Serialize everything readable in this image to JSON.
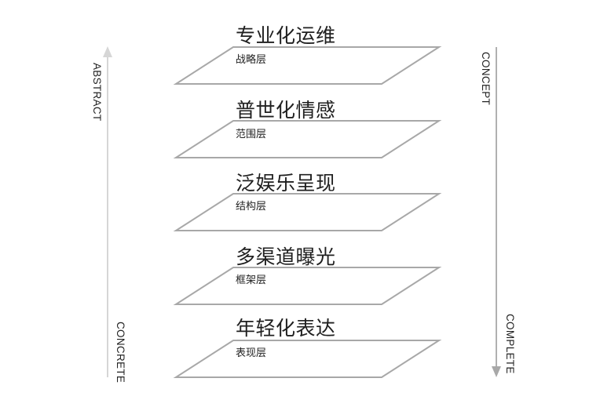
{
  "diagram": {
    "type": "layered-stack",
    "colors": {
      "outline": "#a8a8a8",
      "left_arrow": "#d6d6d6",
      "right_arrow": "#a8a8a8",
      "text": "#222222"
    },
    "left_axis": {
      "top_label": "ABSTRACT",
      "bottom_label": "CONCRETE",
      "direction": "up"
    },
    "right_axis": {
      "top_label": "CONCEPT",
      "bottom_label": "COMPLETE",
      "direction": "down"
    },
    "layers": [
      {
        "title": "专业化运维",
        "subtitle": "战略层"
      },
      {
        "title": "普世化情感",
        "subtitle": "范围层"
      },
      {
        "title": "泛娱乐呈现",
        "subtitle": "结构层"
      },
      {
        "title": "多渠道曝光",
        "subtitle": "框架层"
      },
      {
        "title": "年轻化表达",
        "subtitle": "表现层"
      }
    ]
  }
}
